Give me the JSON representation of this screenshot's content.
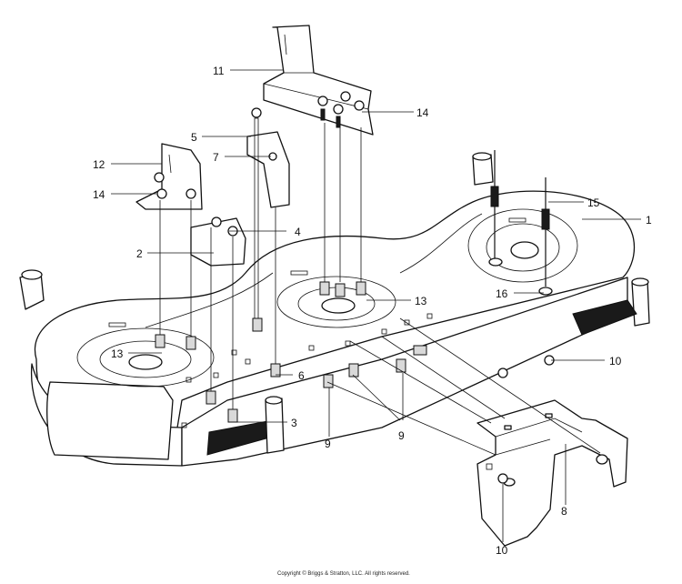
{
  "callouts": [
    {
      "id": "1",
      "label": "1"
    },
    {
      "id": "2",
      "label": "2"
    },
    {
      "id": "3",
      "label": "3"
    },
    {
      "id": "4",
      "label": "4"
    },
    {
      "id": "5",
      "label": "5"
    },
    {
      "id": "6",
      "label": "6"
    },
    {
      "id": "7",
      "label": "7"
    },
    {
      "id": "8",
      "label": "8"
    },
    {
      "id": "9a",
      "label": "9"
    },
    {
      "id": "9b",
      "label": "9"
    },
    {
      "id": "10a",
      "label": "10"
    },
    {
      "id": "10b",
      "label": "10"
    },
    {
      "id": "11",
      "label": "11"
    },
    {
      "id": "12",
      "label": "12"
    },
    {
      "id": "13a",
      "label": "13"
    },
    {
      "id": "13b",
      "label": "13"
    },
    {
      "id": "14a",
      "label": "14"
    },
    {
      "id": "14b",
      "label": "14"
    },
    {
      "id": "15",
      "label": "15"
    },
    {
      "id": "16",
      "label": "16"
    }
  ],
  "copyright": "Copyright © Briggs & Stratton, LLC. All rights reserved."
}
